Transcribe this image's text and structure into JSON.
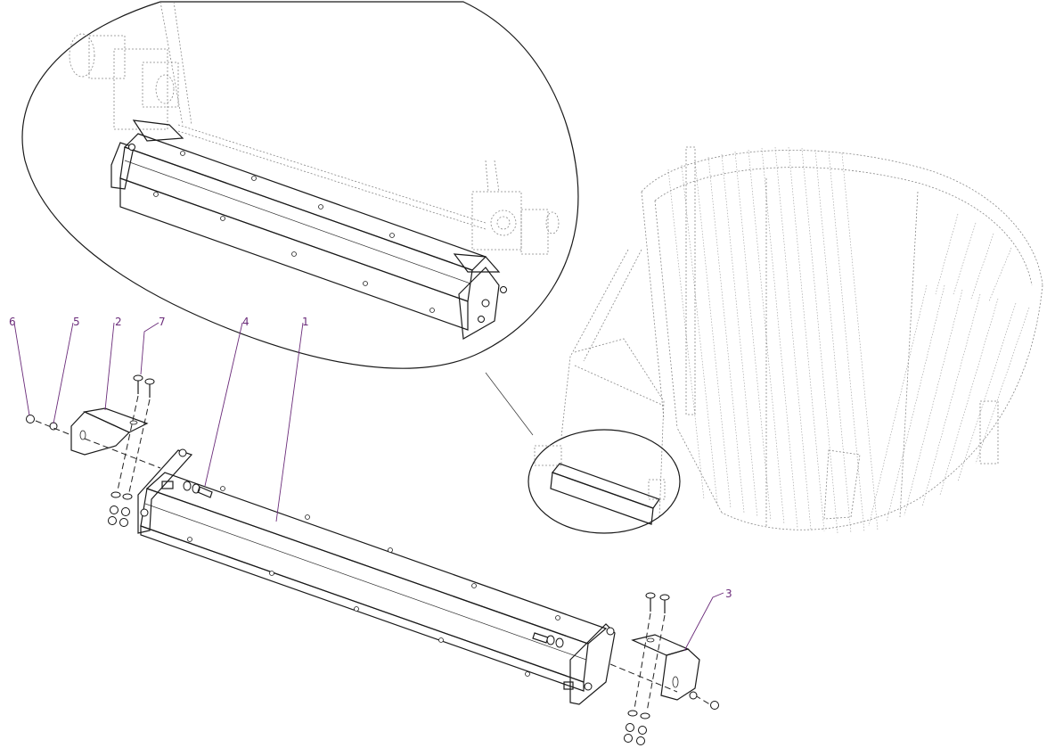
{
  "diagram": {
    "callouts": [
      {
        "id": "callout-6",
        "label": "6"
      },
      {
        "id": "callout-5",
        "label": "5"
      },
      {
        "id": "callout-2",
        "label": "2"
      },
      {
        "id": "callout-7",
        "label": "7"
      },
      {
        "id": "callout-4",
        "label": "4"
      },
      {
        "id": "callout-1",
        "label": "1"
      },
      {
        "id": "callout-3",
        "label": "3"
      }
    ],
    "colors": {
      "callout": "#6b2c7a",
      "line": "#1a1a1a",
      "ghost": "#888888"
    }
  }
}
